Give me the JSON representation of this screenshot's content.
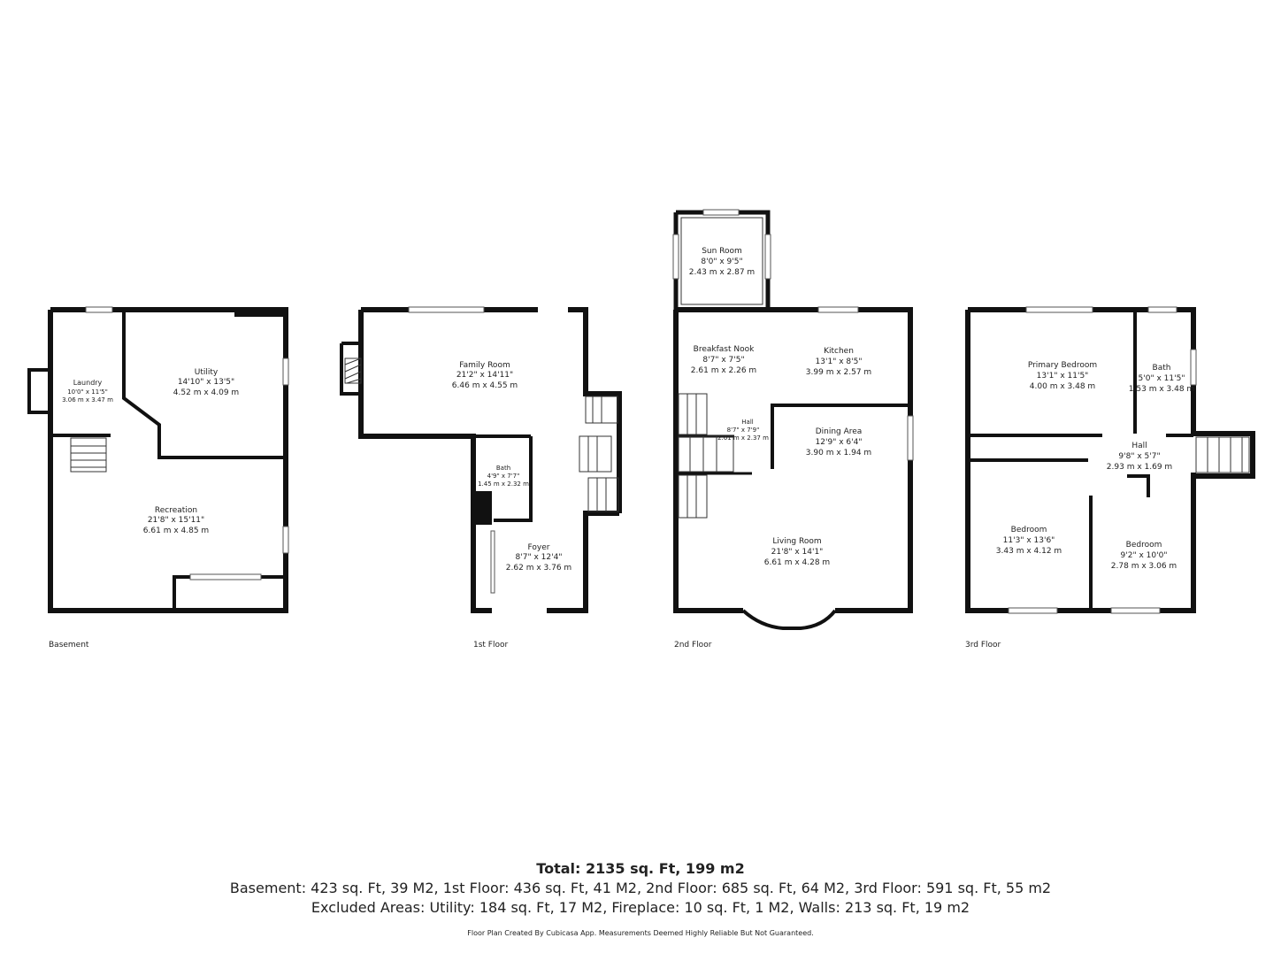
{
  "floors": {
    "basement": {
      "label": "Basement",
      "rooms": [
        {
          "name": "Laundry",
          "imperial": "10'0\" x 11'5\"",
          "metric": "3.06 m x 3.47 m"
        },
        {
          "name": "Utility",
          "imperial": "14'10\" x 13'5\"",
          "metric": "4.52 m x 4.09 m"
        },
        {
          "name": "Recreation",
          "imperial": "21'8\" x 15'11\"",
          "metric": "6.61 m x 4.85 m"
        }
      ]
    },
    "first": {
      "label": "1st Floor",
      "rooms": [
        {
          "name": "Family Room",
          "imperial": "21'2\" x 14'11\"",
          "metric": "6.46 m x 4.55 m"
        },
        {
          "name": "Bath",
          "imperial": "4'9\" x 7'7\"",
          "metric": "1.45 m x 2.32 m"
        },
        {
          "name": "Foyer",
          "imperial": "8'7\" x 12'4\"",
          "metric": "2.62 m x 3.76 m"
        }
      ]
    },
    "second": {
      "label": "2nd Floor",
      "rooms": [
        {
          "name": "Sun Room",
          "imperial": "8'0\" x 9'5\"",
          "metric": "2.43 m x 2.87 m"
        },
        {
          "name": "Breakfast Nook",
          "imperial": "8'7\" x 7'5\"",
          "metric": "2.61 m x 2.26 m"
        },
        {
          "name": "Kitchen",
          "imperial": "13'1\" x 8'5\"",
          "metric": "3.99 m x 2.57 m"
        },
        {
          "name": "Hall",
          "imperial": "8'7\" x 7'9\"",
          "metric": "2.61 m x 2.37 m"
        },
        {
          "name": "Dining Area",
          "imperial": "12'9\" x 6'4\"",
          "metric": "3.90 m x 1.94 m"
        },
        {
          "name": "Living Room",
          "imperial": "21'8\" x 14'1\"",
          "metric": "6.61 m x 4.28 m"
        }
      ]
    },
    "third": {
      "label": "3rd Floor",
      "rooms": [
        {
          "name": "Primary Bedroom",
          "imperial": "13'1\" x 11'5\"",
          "metric": "4.00 m x 3.48 m"
        },
        {
          "name": "Bath",
          "imperial": "5'0\" x 11'5\"",
          "metric": "1.53 m x 3.48 m"
        },
        {
          "name": "Hall",
          "imperial": "9'8\" x 5'7\"",
          "metric": "2.93 m x 1.69 m"
        },
        {
          "name": "Bedroom",
          "imperial": "11'3\" x 13'6\"",
          "metric": "3.43 m x 4.12 m"
        },
        {
          "name": "Bedroom",
          "imperial": "9'2\" x 10'0\"",
          "metric": "2.78 m x 3.06 m"
        }
      ]
    }
  },
  "summary": {
    "total": "Total: 2135 sq. Ft, 199 m2",
    "areas": "Basement: 423 sq. Ft, 39 M2, 1st Floor: 436 sq. Ft, 41 M2, 2nd Floor: 685 sq. Ft, 64 M2, 3rd Floor: 591 sq. Ft, 55 m2",
    "excluded": "Excluded Areas: Utility: 184 sq. Ft, 17 M2, Fireplace: 10 sq. Ft, 1 M2, Walls: 213 sq. Ft, 19 m2"
  },
  "credit": "Floor Plan Created By Cubicasa App. Measurements Deemed Highly Reliable But Not Guaranteed.",
  "colors": {
    "wall": "#111111",
    "text": "#222222",
    "background": "#ffffff"
  }
}
